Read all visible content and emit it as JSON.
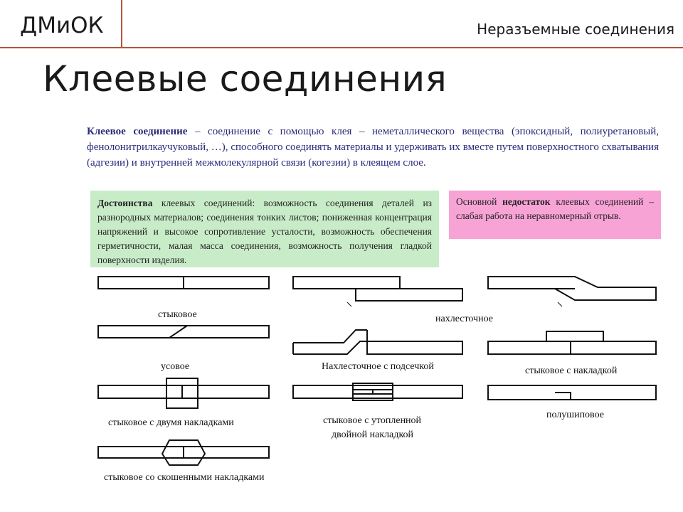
{
  "header": {
    "logo": "ДМиОК",
    "section": "Неразъемные соединения"
  },
  "page_title": "Клеевые соединения",
  "definition": {
    "term": "Клеевое соединение",
    "text": " – соединение с помощью клея – неметаллического вещества (эпоксидный, полиуретановый, фенолонитрилкаучуковый, …), способного соединять материалы и удерживать их вместе путем поверхностного схватывания (адгезии) и внутренней межмолекулярной связи (когезии) в клеящем слое."
  },
  "advantages": {
    "term": "Достоинства",
    "text": " клеевых соединений: возможность соединения деталей из разнородных материалов; соединения тонких листов; пониженная концентрация напряжений и высокое сопротивление усталости, возможность обеспечения герметичности, малая масса соединения, возможность получения гладкой поверхности изделия."
  },
  "disadvantage": {
    "prefix": "Основной ",
    "term": "недостаток",
    "text": " клеевых соединений – слабая работа на неравномерный отрыв."
  },
  "joints": {
    "butt": "стыковое",
    "lap": "нахлесточное",
    "scarf": "усовое",
    "lap_joggle": "Нахлесточное с подсечкой",
    "butt_strap": "стыковое с накладкой",
    "butt_double_strap": "стыковое с двумя накладками",
    "butt_recessed_line1": "стыковое с утопленной",
    "butt_recessed_line2": "двойной накладкой",
    "half_scarf": "полушиповое",
    "butt_beveled_straps": "стыковое со скошенными накладками"
  },
  "colors": {
    "accent_lines": "#b5543a",
    "definition_text": "#2a2a7a",
    "advantages_bg": "#c8ecc8",
    "disadvantage_bg": "#f7a3d6"
  }
}
